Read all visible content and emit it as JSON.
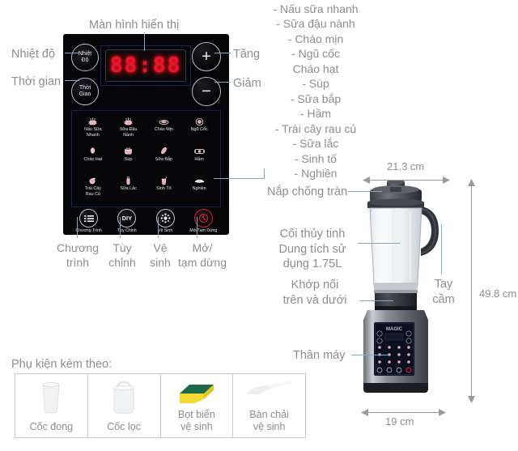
{
  "product": {
    "display_value": "88:88",
    "title_display": "Màn hình hiển thị"
  },
  "callouts": {
    "temperature": "Nhiệt độ",
    "time": "Thời gian",
    "increase": "Tăng",
    "decrease": "Giảm",
    "program": "Chương\ntrình",
    "program_l1": "Chương",
    "program_l2": "trình",
    "custom_l1": "Tùy",
    "custom_l2": "chỉnh",
    "clean_l1": "Vệ",
    "clean_l2": "sinh",
    "onpause_l1": "Mở/",
    "onpause_l2": "tạm dừng",
    "lid": "Nắp chống tràn",
    "jar_l1": "Cối thủy tinh",
    "jar_l2": "Dung tích sử",
    "jar_l3": "dụng 1.75L",
    "coupler_l1": "Khớp nối",
    "coupler_l2": "trên và dưới",
    "body": "Thân máy",
    "handle_l1": "Tay",
    "handle_l2": "cầm"
  },
  "panel_buttons": {
    "temp_l1": "Nhiệt",
    "temp_l2": "Độ",
    "time_l1": "Thời",
    "time_l2": "Gian",
    "plus": "+",
    "minus": "−"
  },
  "functions": [
    {
      "icon": "milk-boil-icon",
      "label": "Nấu Sữa\nNhanh",
      "l1": "Nấu Sữa",
      "l2": "Nhanh"
    },
    {
      "icon": "soy-milk-icon",
      "label": "Sữa Đậu\nNành",
      "l1": "Sữa Đậu",
      "l2": "Nành"
    },
    {
      "icon": "smooth-porridge-icon",
      "label": "Cháo Mịn",
      "l1": "Cháo Mịn",
      "l2": ""
    },
    {
      "icon": "cereal-icon",
      "label": "Ngũ Cốc",
      "l1": "Ngũ Cốc",
      "l2": ""
    },
    {
      "icon": "grain-porridge-icon",
      "label": "Cháo Hạt",
      "l1": "Cháo Hạt",
      "l2": ""
    },
    {
      "icon": "soup-icon",
      "label": "Súp",
      "l1": "Súp",
      "l2": ""
    },
    {
      "icon": "corn-milk-icon",
      "label": "Sữa Bắp",
      "l1": "Sữa Bắp",
      "l2": ""
    },
    {
      "icon": "stew-icon",
      "label": "Hầm",
      "l1": "Hầm",
      "l2": ""
    },
    {
      "icon": "fruit-veg-icon",
      "label": "Trái Cây\nRau Củ",
      "l1": "Trái Cây",
      "l2": "Rau Củ"
    },
    {
      "icon": "milkshake-icon",
      "label": "Sữa Lắc",
      "l1": "Sữa Lắc",
      "l2": ""
    },
    {
      "icon": "smoothie-icon",
      "label": "Sinh Tố",
      "l1": "Sinh Tố",
      "l2": ""
    },
    {
      "icon": "grind-icon",
      "label": "Nghiền",
      "l1": "Nghiền",
      "l2": ""
    }
  ],
  "bottom_buttons": [
    {
      "icon": "menu-list-icon",
      "glyph": "",
      "label": "Chương Trình"
    },
    {
      "icon": "diy-icon",
      "glyph": "DIY",
      "label": "Tùy Chỉnh"
    },
    {
      "icon": "clean-bubbles-icon",
      "glyph": "",
      "label": "Vệ Sinh"
    },
    {
      "icon": "power-pause-icon",
      "glyph": "",
      "label": "Mở/Tạm Dừng"
    }
  ],
  "function_list": [
    "- Nấu sữa nhanh",
    "- Sữa đậu nành",
    "- Cháo mịn",
    "- Ngũ cốc",
    "Cháo hạt",
    "- Súp",
    "- Sữa bắp",
    "- Hầm",
    "- Trái cây rau củ",
    "- Sữa lắc",
    "- Sinh tố",
    "- Nghiền"
  ],
  "dimensions": {
    "width_top": "21.3 cm",
    "height": "49.8 cm",
    "width_base": "19 cm"
  },
  "accessories": {
    "heading": "Phụ kiện kèm theo:",
    "items": [
      {
        "icon": "measuring-cup-icon",
        "l1": "Cốc đong",
        "l2": ""
      },
      {
        "icon": "filter-cup-icon",
        "l1": "Cốc lọc",
        "l2": ""
      },
      {
        "icon": "sponge-icon",
        "l1": "Bọt biển",
        "l2": "vệ sinh"
      },
      {
        "icon": "brush-icon",
        "l1": "Bàn chải",
        "l2": "vệ sinh"
      }
    ]
  },
  "colors": {
    "line": "#7fa9c6",
    "text": "#8d8d8d",
    "led": "#f3102a",
    "panel": "#060608",
    "accent_red": "#e2202c"
  }
}
